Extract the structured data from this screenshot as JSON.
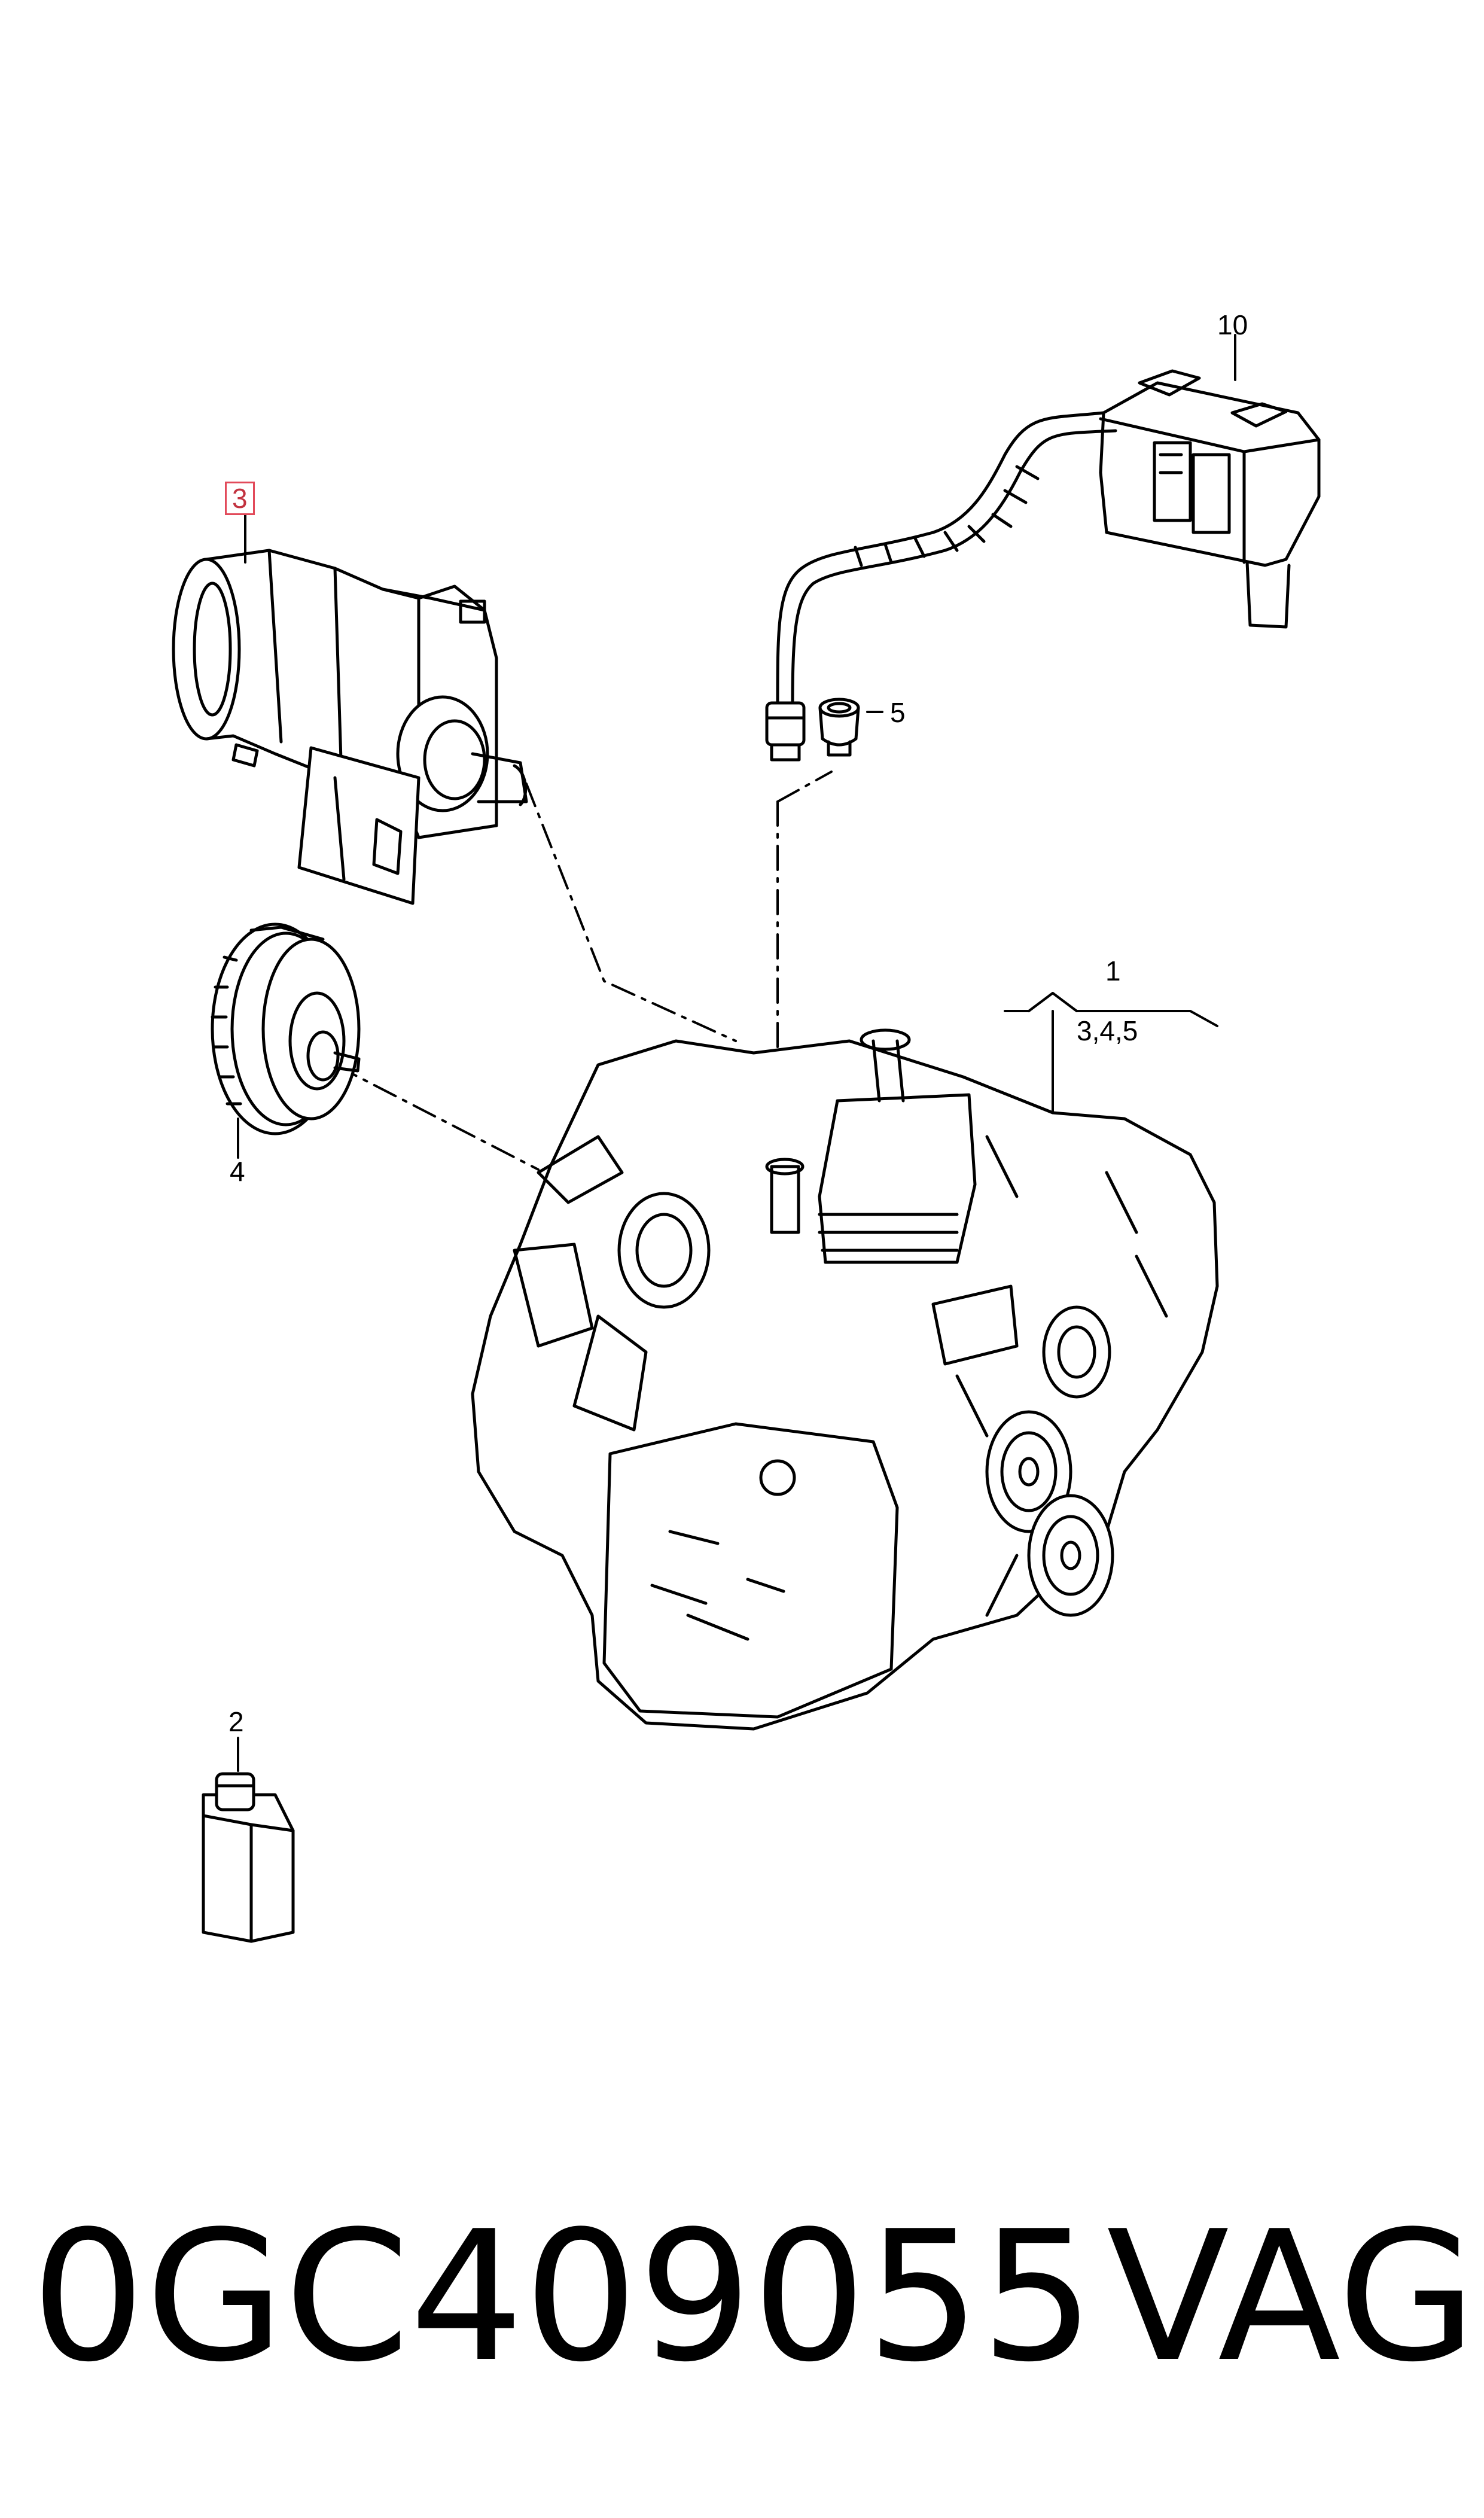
{
  "callouts": {
    "item_1": "1",
    "item_1_sub": "3,4,5",
    "item_2": "2",
    "item_3": "3",
    "item_4": "4",
    "item_5": "5",
    "item_10": "10"
  },
  "highlight_color": "#e24a5a",
  "footer": {
    "part_number": "0GC409055",
    "brand": "VAG"
  }
}
